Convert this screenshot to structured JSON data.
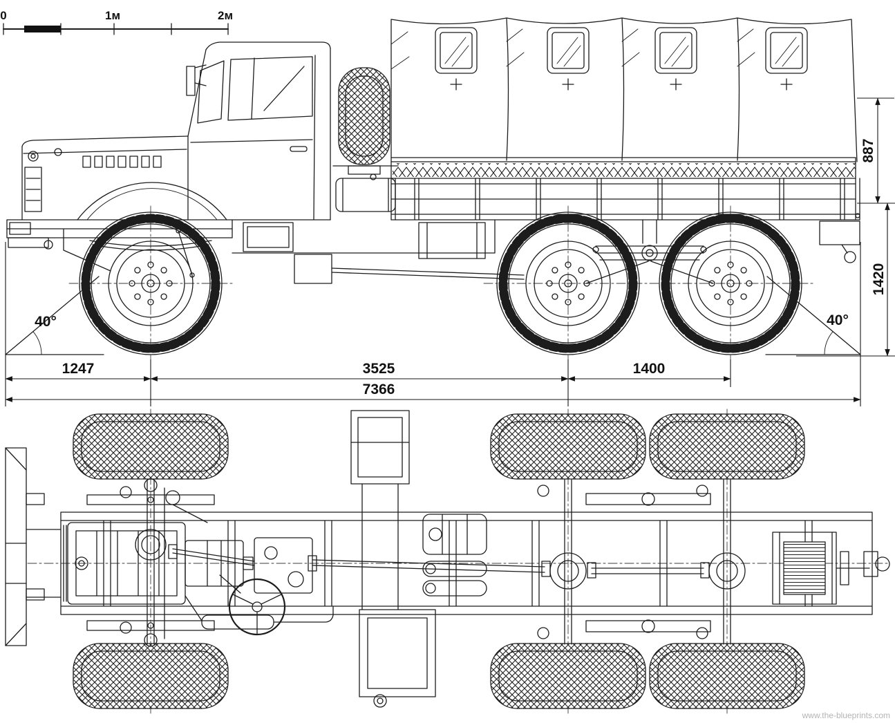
{
  "page": {
    "background": "#ffffff",
    "ink_color": "#1c1c1c",
    "watermark_color": "#b4b4b4"
  },
  "scale_bar": {
    "zero_label": "0",
    "one_meter_label": "1м",
    "two_meter_label": "2м"
  },
  "dimensions": {
    "platform_height_mm": "887",
    "rear_height_mm": "1420",
    "front_overhang_mm": "1247",
    "wheelbase_mm": "3525",
    "bogie_spacing_mm": "1400",
    "overall_length_mm": "7366",
    "approach_angle_deg": "40°",
    "departure_angle_deg": "40°"
  },
  "watermark": {
    "text": "www.the-blueprints.com"
  }
}
